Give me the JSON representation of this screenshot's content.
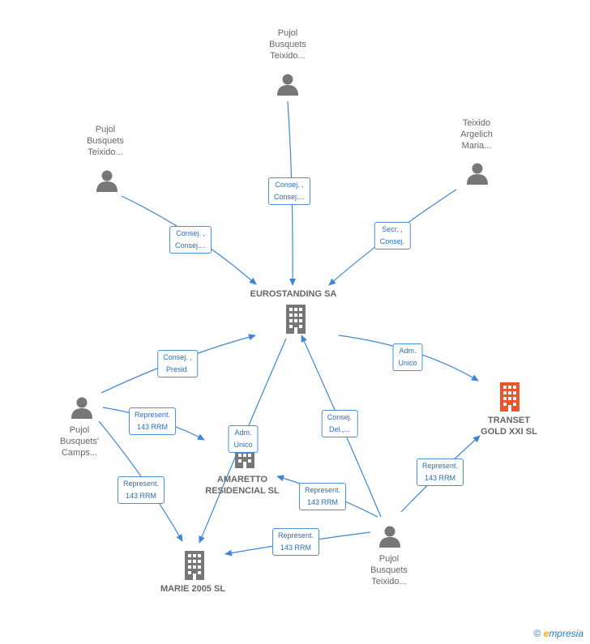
{
  "nodes": {
    "p_top": {
      "lines": [
        "Pujol",
        "Busquets",
        "Teixido..."
      ]
    },
    "p_left": {
      "lines": [
        "Pujol",
        "Busquets",
        "Teixido..."
      ]
    },
    "p_right": {
      "lines": [
        "Teixido",
        "Argelich",
        "Maria..."
      ]
    },
    "p_mid": {
      "lines": [
        "Pujol",
        "Busquets'",
        "Camps..."
      ]
    },
    "p_bottom": {
      "lines": [
        "Pujol",
        "Busquets",
        "Teixido..."
      ]
    },
    "c_euro": {
      "name": "EUROSTANDING SA"
    },
    "c_transet": {
      "lines": [
        "TRANSET",
        "GOLD XXI SL"
      ]
    },
    "c_amaretto": {
      "lines": [
        "AMARETTO",
        "RESIDENCIAL SL"
      ]
    },
    "c_marie": {
      "name": "MARIE 2005 SL"
    }
  },
  "edges": {
    "e1": [
      "Consej. ,",
      "Consej...."
    ],
    "e2": [
      "Consej. ,",
      "Consej...."
    ],
    "e3": [
      "Secr. ,",
      "Consej."
    ],
    "e4": [
      "Adm.",
      "Unico"
    ],
    "e5": [
      "Consej. ,",
      "Presid."
    ],
    "e6": [
      "Represent.",
      "143 RRM"
    ],
    "e7": [
      "Adm.",
      "Unico"
    ],
    "e8": [
      "Consej.",
      "Del.,..."
    ],
    "e9": [
      "Represent.",
      "143 RRM"
    ],
    "e10": [
      "Represent.",
      "143 RRM"
    ],
    "e11": [
      "Represent.",
      "143 RRM"
    ],
    "e12": [
      "Represent.",
      "143 RRM"
    ]
  },
  "footer": {
    "copyright": "©",
    "brand_e": "e",
    "brand_rest": "mpresia"
  },
  "colors": {
    "edge": "#3f86d6",
    "person": "#777777",
    "company": "#777777",
    "focus_company": "#f0522c"
  }
}
